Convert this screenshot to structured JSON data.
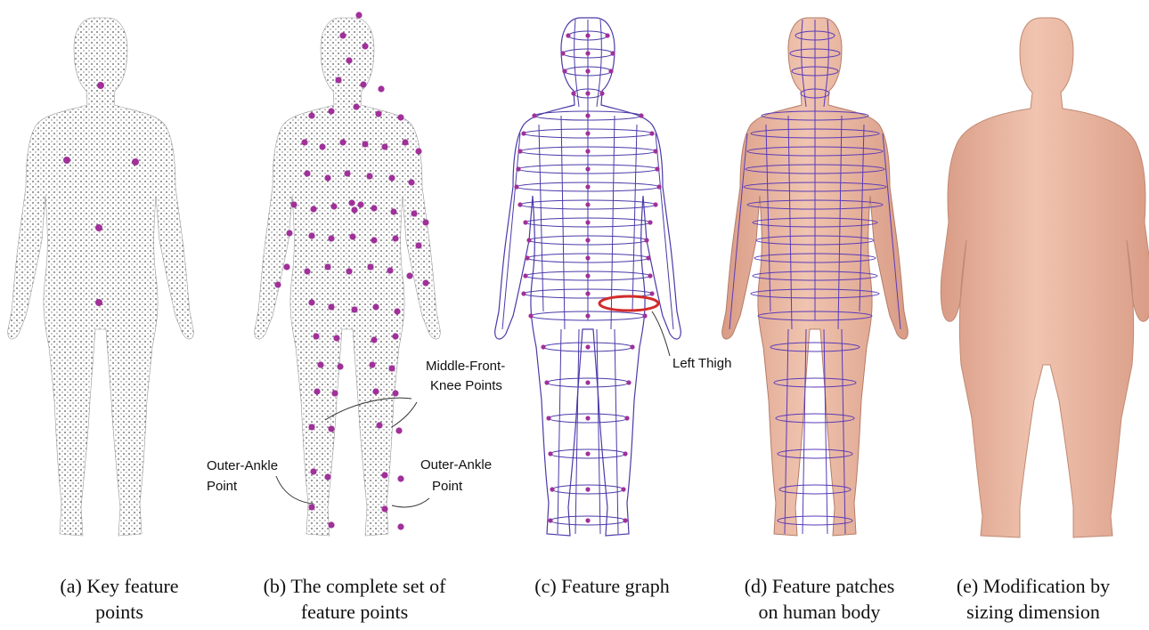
{
  "colors": {
    "feature_point": "#a0309a",
    "cloud_dot": "#555555",
    "graph_line": "#4a3aa8",
    "highlight": "#d22b2b",
    "skin": "#e9b8a3",
    "skin_shade": "#d99c86"
  },
  "panels": [
    {
      "caption_line1": "(a) Key feature",
      "caption_line2": "points"
    },
    {
      "caption_line1": "(b) The complete set of",
      "caption_line2": "feature points"
    },
    {
      "caption_line1": "(c) Feature graph",
      "caption_line2": ""
    },
    {
      "caption_line1": "(d) Feature patches",
      "caption_line2": "on human body"
    },
    {
      "caption_line1": "(e) Modification by",
      "caption_line2": "sizing dimension"
    }
  ],
  "annotations": {
    "knee_line1": "Middle-Front-",
    "knee_line2": "Knee Points",
    "ankle_left_line1": "Outer-Ankle",
    "ankle_left_line2": "Point",
    "ankle_right_line1": "Outer-Ankle",
    "ankle_right_line2": "Point",
    "left_thigh": "Left Thigh"
  }
}
